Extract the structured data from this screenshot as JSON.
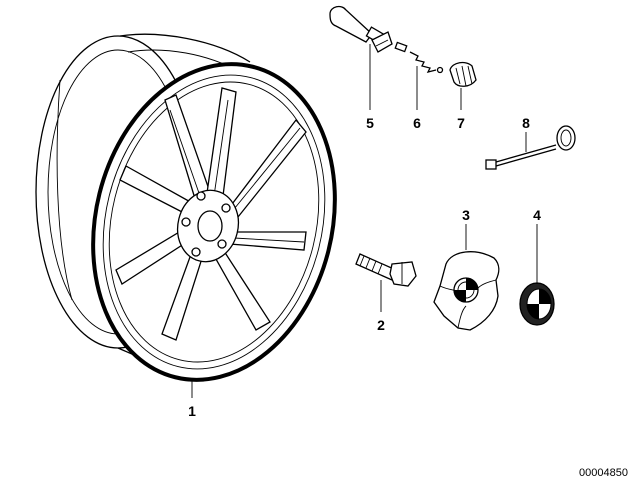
{
  "callouts": {
    "c1": "1",
    "c2": "2",
    "c3": "3",
    "c4": "4",
    "c5": "5",
    "c6": "6",
    "c7": "7",
    "c8": "8"
  },
  "document_number": "00004850",
  "colors": {
    "ink": "#000000",
    "paper": "#ffffff"
  }
}
